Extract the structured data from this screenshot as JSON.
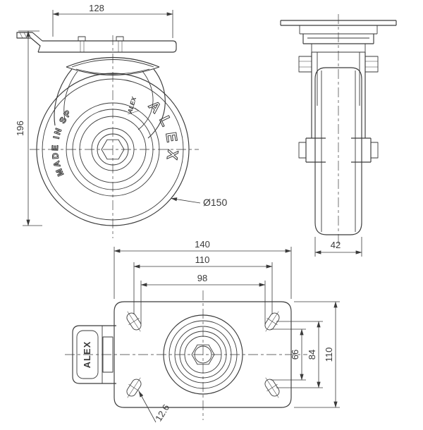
{
  "page": {
    "background": "#ffffff",
    "line_color": "#3a3a3a",
    "description": "Technical drawing of swivel caster wheel with brake, three orthographic views"
  },
  "front_view": {
    "dim_top_width": "128",
    "dim_overall_height": "196",
    "dim_wheel_diameter": "Ø150",
    "wheel_brand": "ALEX",
    "wheel_origin": "MADE IN SP",
    "hub_logo": "ALEX"
  },
  "side_view": {
    "dim_wheel_width": "42"
  },
  "plan_view": {
    "dim_plate_length": "140",
    "dim_bolt_spacing_long_outer": "110",
    "dim_bolt_spacing_long_inner": "98",
    "dim_bolt_spacing_short_inner": "66",
    "dim_bolt_spacing_short_outer": "84",
    "dim_plate_width": "110",
    "dim_bolt_hole_diameter": "12.6",
    "pedal_brand": "ALEX"
  }
}
